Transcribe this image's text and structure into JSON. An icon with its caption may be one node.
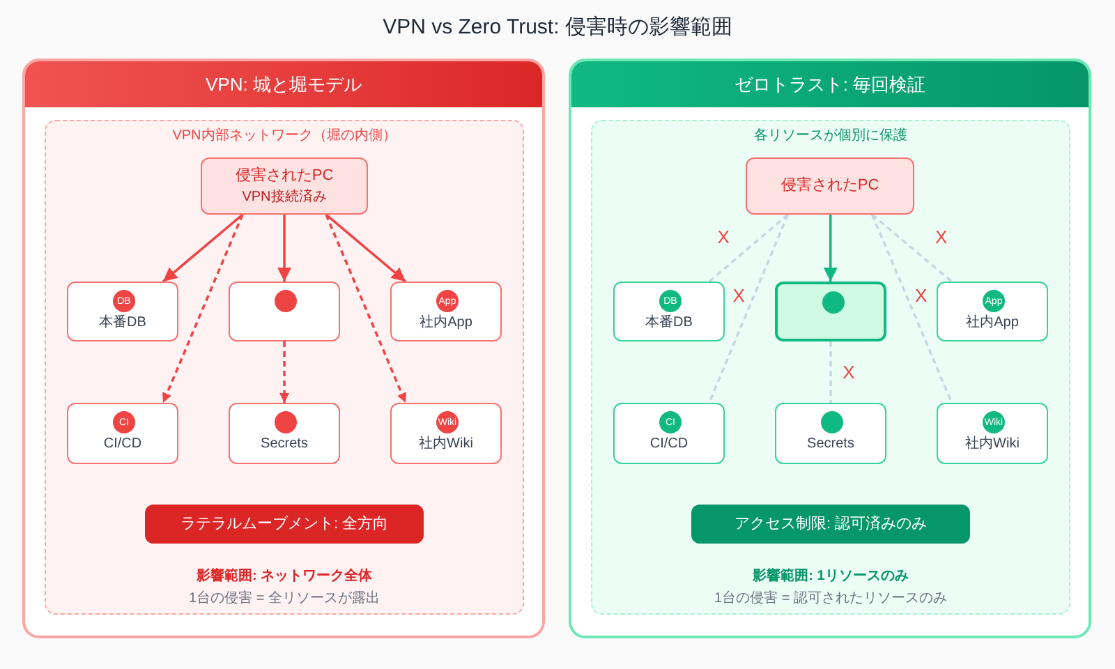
{
  "diagram": {
    "title": "VPN vs Zero Trust: 侵害時の影響範囲",
    "nodes": [
      {
        "text": [
          "VPN: 城と堀モデル"
        ]
      },
      {
        "text": [
          "VPN内部ネットワーク（堀の内側）",
          "影響範囲: ネットワーク全体",
          "1台の侵害 = 全リソースが露出"
        ],
        "in": 0
      },
      {
        "text": [
          "侵害されたPC",
          "VPN接続済み"
        ],
        "in": 1
      },
      {
        "text": [
          "本番DB"
        ],
        "in": 1
      },
      {
        "text": [
          "DB"
        ],
        "in": 3
      },
      {
        "text": [],
        "shape": "box",
        "in": 1
      },
      {
        "text": [],
        "shape": "circle",
        "in": 5
      },
      {
        "text": [
          "社内App"
        ],
        "in": 1
      },
      {
        "text": [
          "App"
        ],
        "in": 7
      },
      {
        "text": [
          "CI/CD"
        ],
        "in": 1
      },
      {
        "text": [
          "CI"
        ],
        "in": 9
      },
      {
        "text": [
          "Secrets"
        ],
        "in": 1
      },
      {
        "text": [],
        "shape": "circle",
        "in": 11
      },
      {
        "text": [
          "社内Wiki"
        ],
        "in": 1
      },
      {
        "text": [
          "Wiki"
        ],
        "in": 13
      },
      {
        "text": [
          "ラテラルムーブメント: 全方向"
        ],
        "in": 1
      },
      {
        "text": [
          "ゼロトラスト: 毎回検証"
        ]
      },
      {
        "text": [
          "各リソースが個別に保護",
          "影響範囲: 1リソースのみ",
          "1台の侵害 = 認可されたリソースのみ"
        ],
        "in": 16
      },
      {
        "text": [
          "侵害されたPC"
        ],
        "in": 17
      },
      {
        "text": [
          "本番DB"
        ],
        "in": 17
      },
      {
        "text": [
          "DB"
        ],
        "in": 19
      },
      {
        "text": [],
        "shape": "box",
        "in": 17
      },
      {
        "text": [],
        "shape": "circle",
        "in": 21
      },
      {
        "text": [
          "社内App"
        ],
        "in": 17
      },
      {
        "text": [
          "App"
        ],
        "in": 23
      },
      {
        "text": [
          "CI/CD"
        ],
        "in": 17
      },
      {
        "text": [
          "CI"
        ],
        "in": 25
      },
      {
        "text": [
          "Secrets"
        ],
        "in": 17
      },
      {
        "text": [],
        "shape": "circle",
        "in": 27
      },
      {
        "text": [
          "社内Wiki"
        ],
        "in": 17
      },
      {
        "text": [
          "Wiki"
        ],
        "in": 29
      },
      {
        "text": [
          "アクセス制限: 認可済みのみ"
        ],
        "in": 17
      }
    ],
    "edges": [
      {
        "from": 2,
        "to": 3,
        "arrow": "to"
      },
      {
        "from": 2,
        "to": 5,
        "arrow": "to"
      },
      {
        "from": 2,
        "to": 7,
        "arrow": "to"
      },
      {
        "from": 2,
        "to": 9,
        "arrow": "to",
        "style": "dashed"
      },
      {
        "from": 5,
        "to": 11,
        "arrow": "to",
        "style": "dashed"
      },
      {
        "from": 2,
        "to": 13,
        "arrow": "to",
        "style": "dashed"
      },
      {
        "from": 18,
        "to": 19,
        "arrow": "none",
        "style": "dashed",
        "color": "#cbd5e1",
        "label": "X"
      },
      {
        "from": 18,
        "to": 21,
        "arrow": "to",
        "color": "#10b981"
      },
      {
        "from": 18,
        "to": 23,
        "arrow": "none",
        "style": "dashed",
        "color": "#cbd5e1",
        "label": "X"
      },
      {
        "from": 18,
        "to": 25,
        "arrow": "none",
        "style": "dashed",
        "color": "#cbd5e1",
        "label": "X"
      },
      {
        "from": 21,
        "to": 27,
        "arrow": "none",
        "style": "dashed",
        "color": "#cbd5e1",
        "label": "X"
      },
      {
        "from": 18,
        "to": 29,
        "arrow": "none",
        "style": "dashed",
        "color": "#cbd5e1",
        "label": "X"
      }
    ]
  }
}
